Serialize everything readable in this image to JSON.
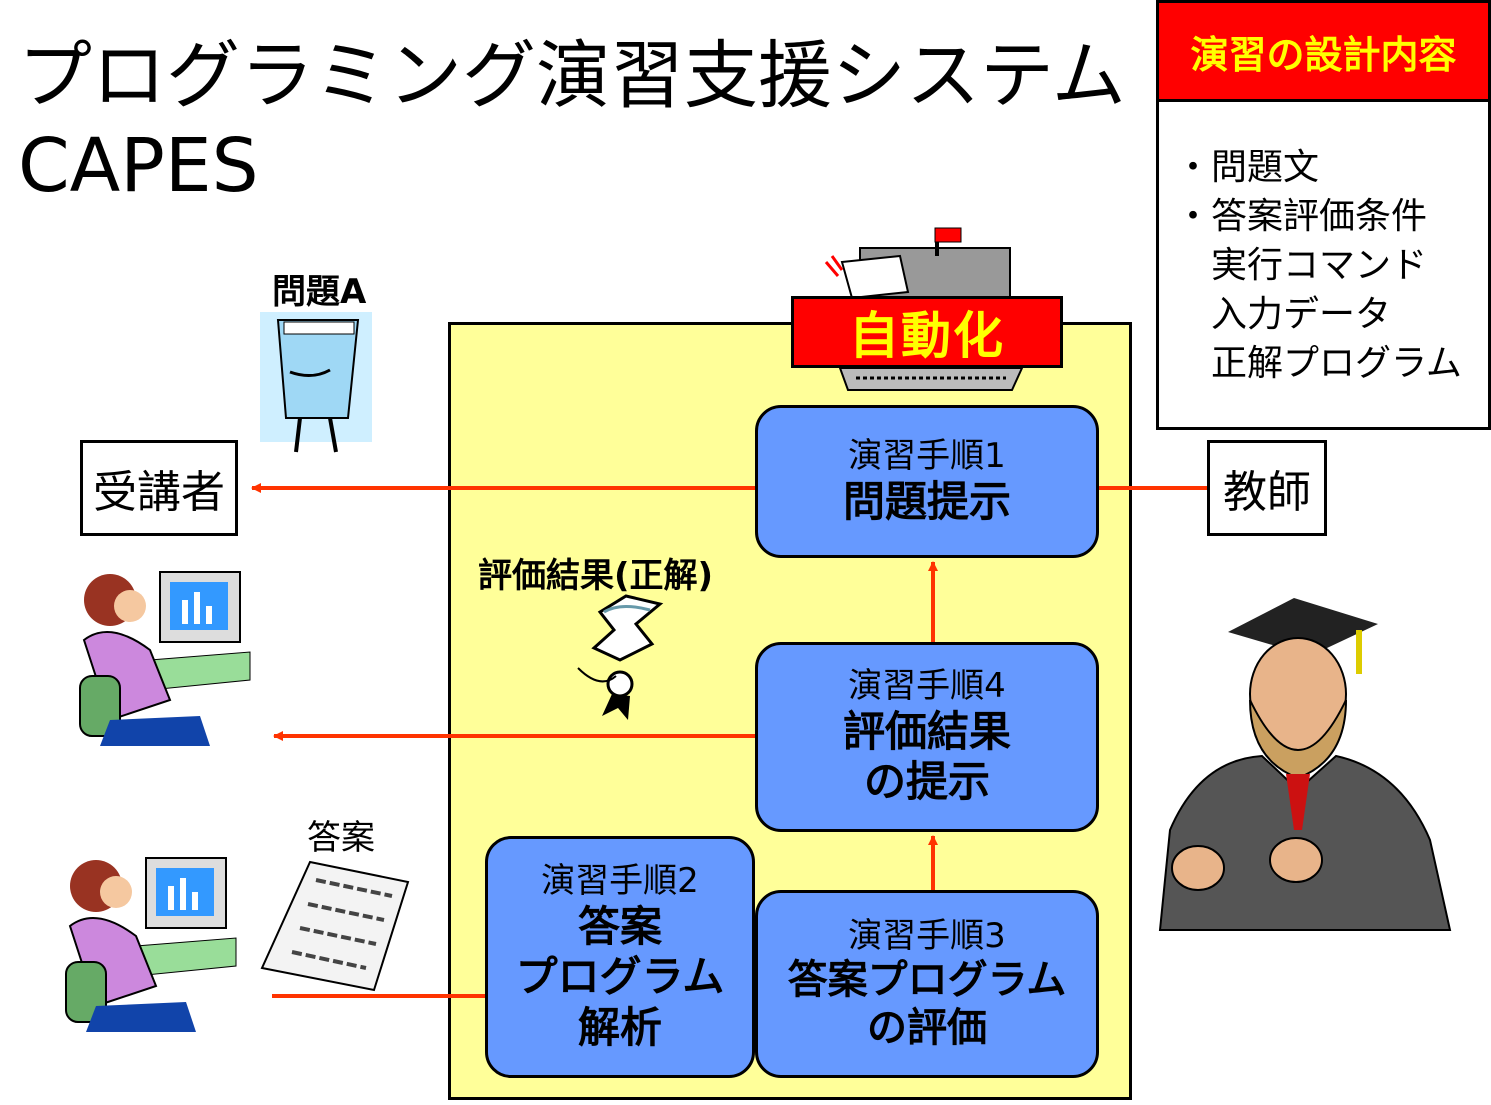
{
  "title": {
    "line1": "プログラミング演習支援システム",
    "line2": "CAPES"
  },
  "automation": {
    "label": "自動化"
  },
  "roles": {
    "student": "受講者",
    "teacher": "教師"
  },
  "steps": [
    {
      "id": "1",
      "heading": "演習手順1",
      "lines": [
        "問題提示"
      ]
    },
    {
      "id": "4",
      "heading": "演習手順4",
      "lines": [
        "評価結果",
        "の提示"
      ]
    },
    {
      "id": "2",
      "heading": "演習手順2",
      "lines": [
        "答案",
        "プログラム",
        "解析"
      ]
    },
    {
      "id": "3",
      "heading": "演習手順3",
      "lines": [
        "答案プログラム",
        "の評価"
      ]
    }
  ],
  "labels": {
    "problem": "問題A",
    "result": "評価結果(正解)",
    "answer": "答案"
  },
  "design_panel": {
    "header": "演習の設計内容",
    "items": [
      "・問題文",
      "・答案評価条件",
      "　実行コマンド",
      "　入力データ",
      "　正解プログラム"
    ]
  },
  "colors": {
    "step_fill": "#6699ff",
    "area_fill": "#ffff99",
    "arrow": "#ff3300",
    "banner": "#ff0000",
    "banner_text": "#ffff00"
  }
}
